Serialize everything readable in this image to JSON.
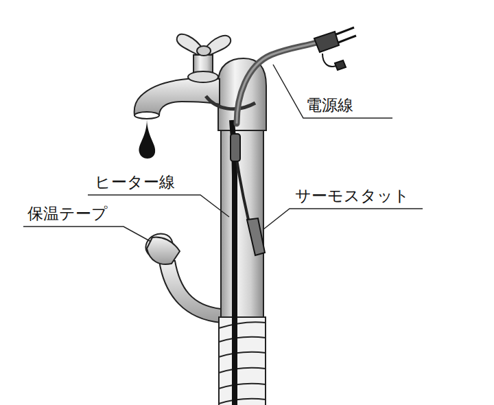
{
  "diagram": {
    "labels": [
      "電源線",
      "ヒーター線",
      "保温テープ",
      "サーモスタット"
    ]
  }
}
